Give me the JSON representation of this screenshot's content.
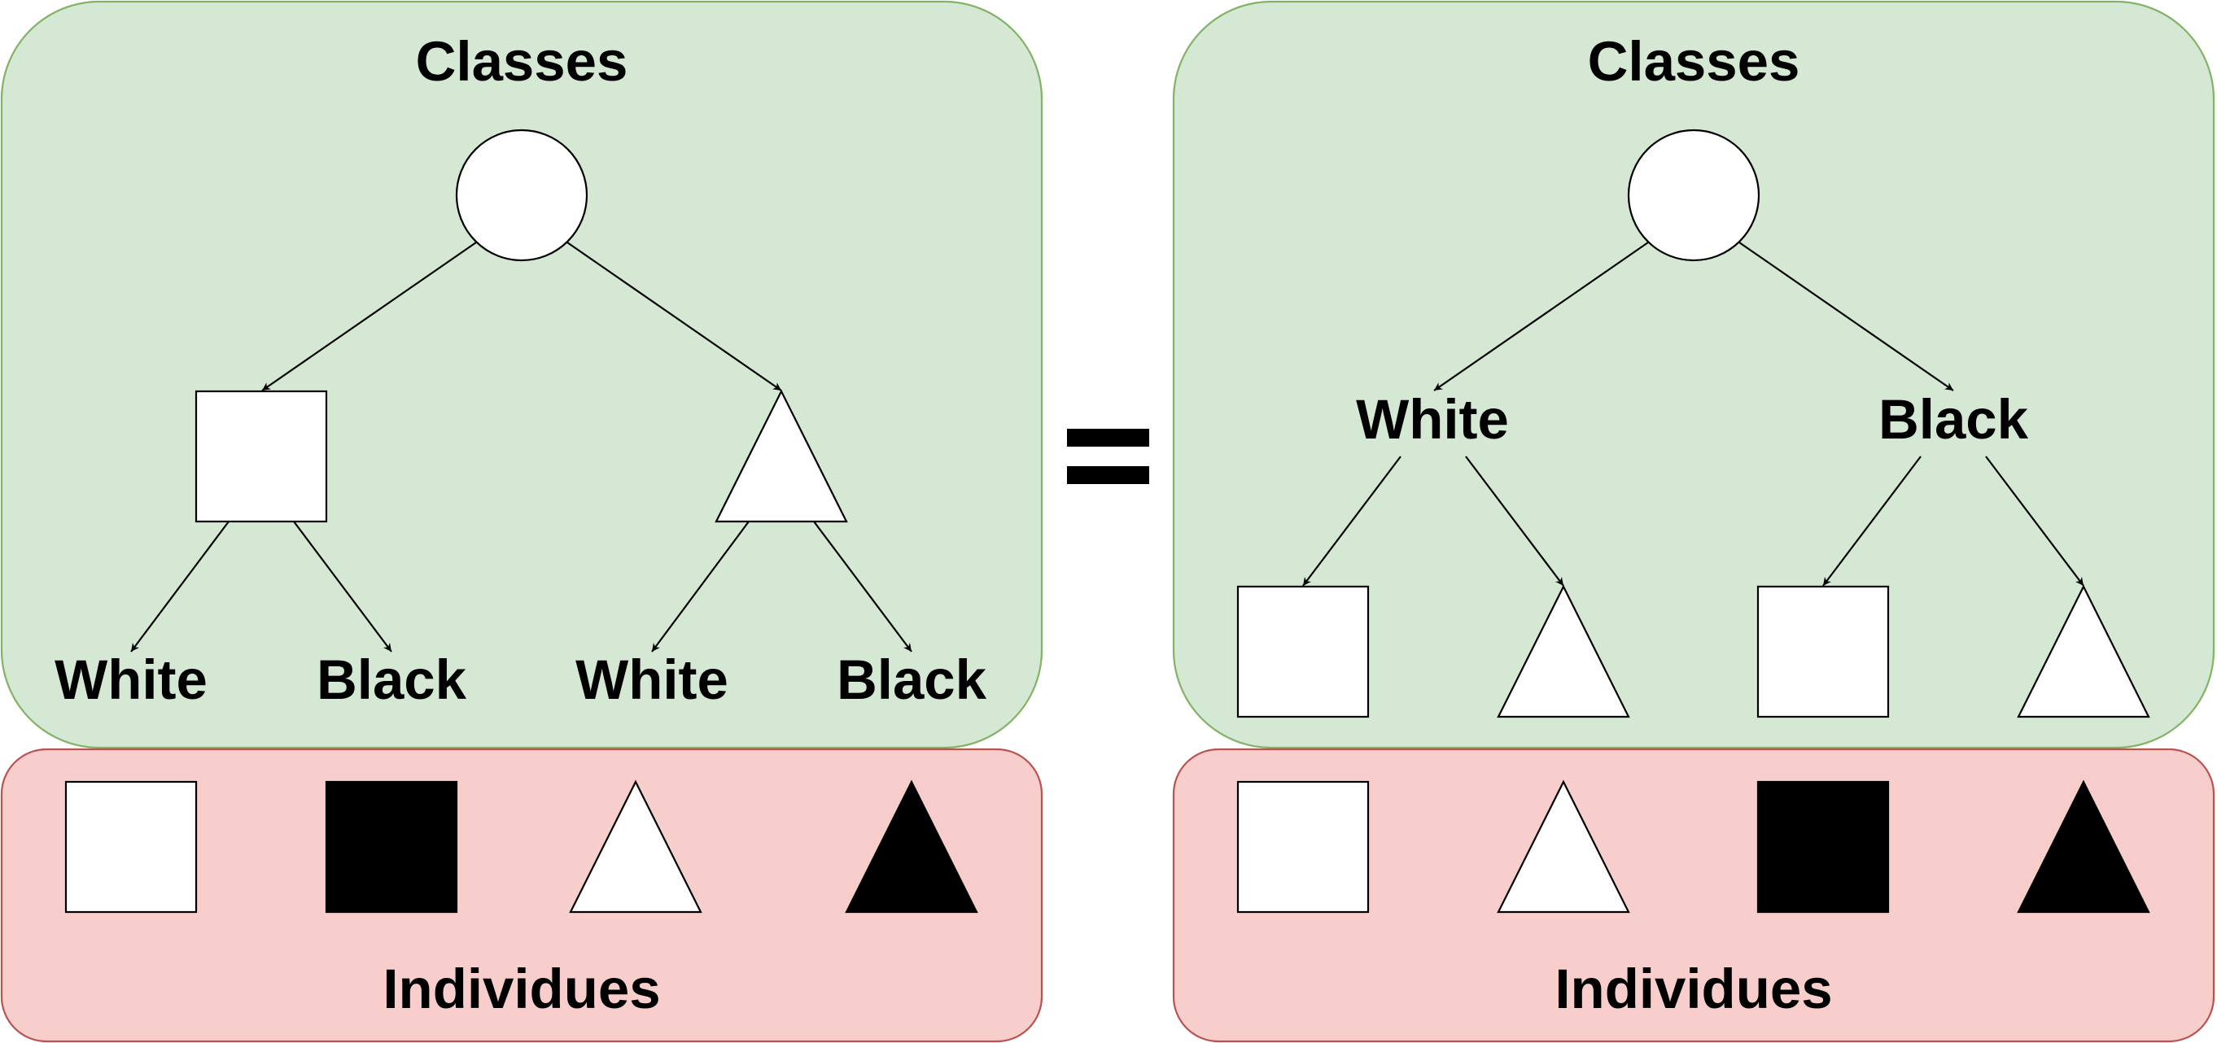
{
  "colors": {
    "classes_fill": "#d5e8d4",
    "classes_stroke": "#82b366",
    "individuals_fill": "#f8cecc",
    "individuals_stroke": "#b85450",
    "shape_white": "#ffffff",
    "shape_black": "#000000"
  },
  "equals_sign": "=",
  "left": {
    "classes_title": "Classes",
    "root_icon": "circle-icon",
    "level1_icons": [
      "square-icon",
      "triangle-icon"
    ],
    "level2_labels": [
      "White",
      "Black",
      "White",
      "Black"
    ],
    "individuals_title": "Individues",
    "individuals": [
      {
        "icon": "square-icon",
        "color": "white"
      },
      {
        "icon": "square-icon",
        "color": "black"
      },
      {
        "icon": "triangle-icon",
        "color": "white"
      },
      {
        "icon": "triangle-icon",
        "color": "black"
      }
    ]
  },
  "right": {
    "classes_title": "Classes",
    "root_icon": "circle-icon",
    "level1_labels": [
      "White",
      "Black"
    ],
    "level2_icons": [
      "square-icon",
      "triangle-icon",
      "square-icon",
      "triangle-icon"
    ],
    "individuals_title": "Individues",
    "individuals": [
      {
        "icon": "square-icon",
        "color": "white"
      },
      {
        "icon": "triangle-icon",
        "color": "white"
      },
      {
        "icon": "square-icon",
        "color": "black"
      },
      {
        "icon": "triangle-icon",
        "color": "black"
      }
    ]
  }
}
